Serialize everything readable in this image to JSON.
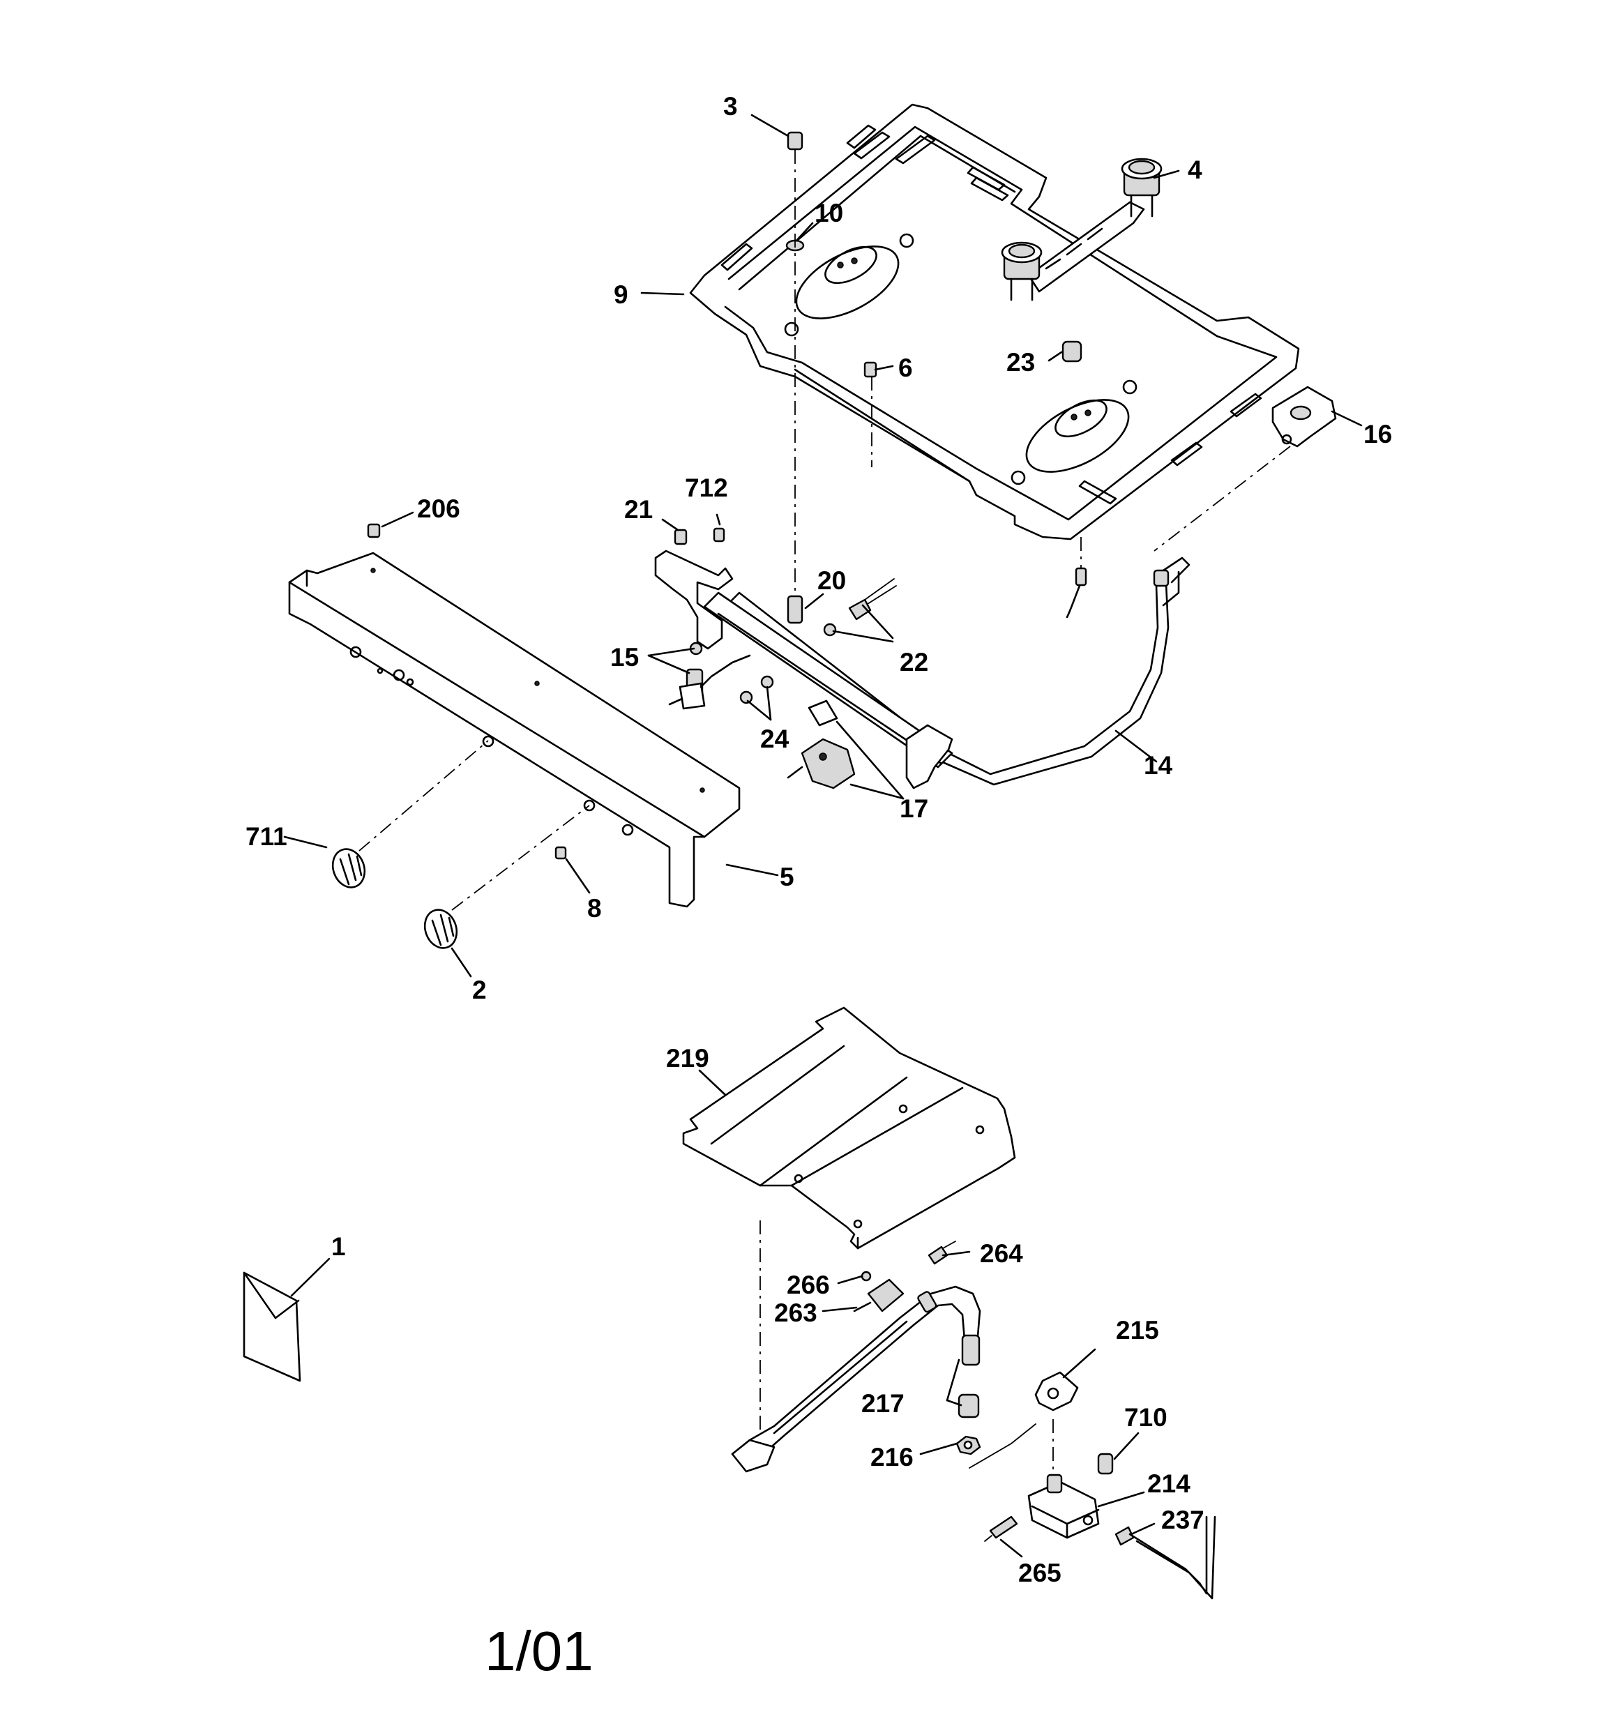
{
  "labels": {
    "p1": "1",
    "p2": "2",
    "p3": "3",
    "p4": "4",
    "p5": "5",
    "p6": "6",
    "p8": "8",
    "p9": "9",
    "p10": "10",
    "p14": "14",
    "p15": "15",
    "p16": "16",
    "p17": "17",
    "p20": "20",
    "p21": "21",
    "p22": "22",
    "p23": "23",
    "p24": "24",
    "p206": "206",
    "p214": "214",
    "p215": "215",
    "p216": "216",
    "p217": "217",
    "p219": "219",
    "p237": "237",
    "p263": "263",
    "p264": "264",
    "p265": "265",
    "p266": "266",
    "p710": "710",
    "p711": "711",
    "p712": "712"
  },
  "footer": {
    "date_code": "1/01"
  }
}
